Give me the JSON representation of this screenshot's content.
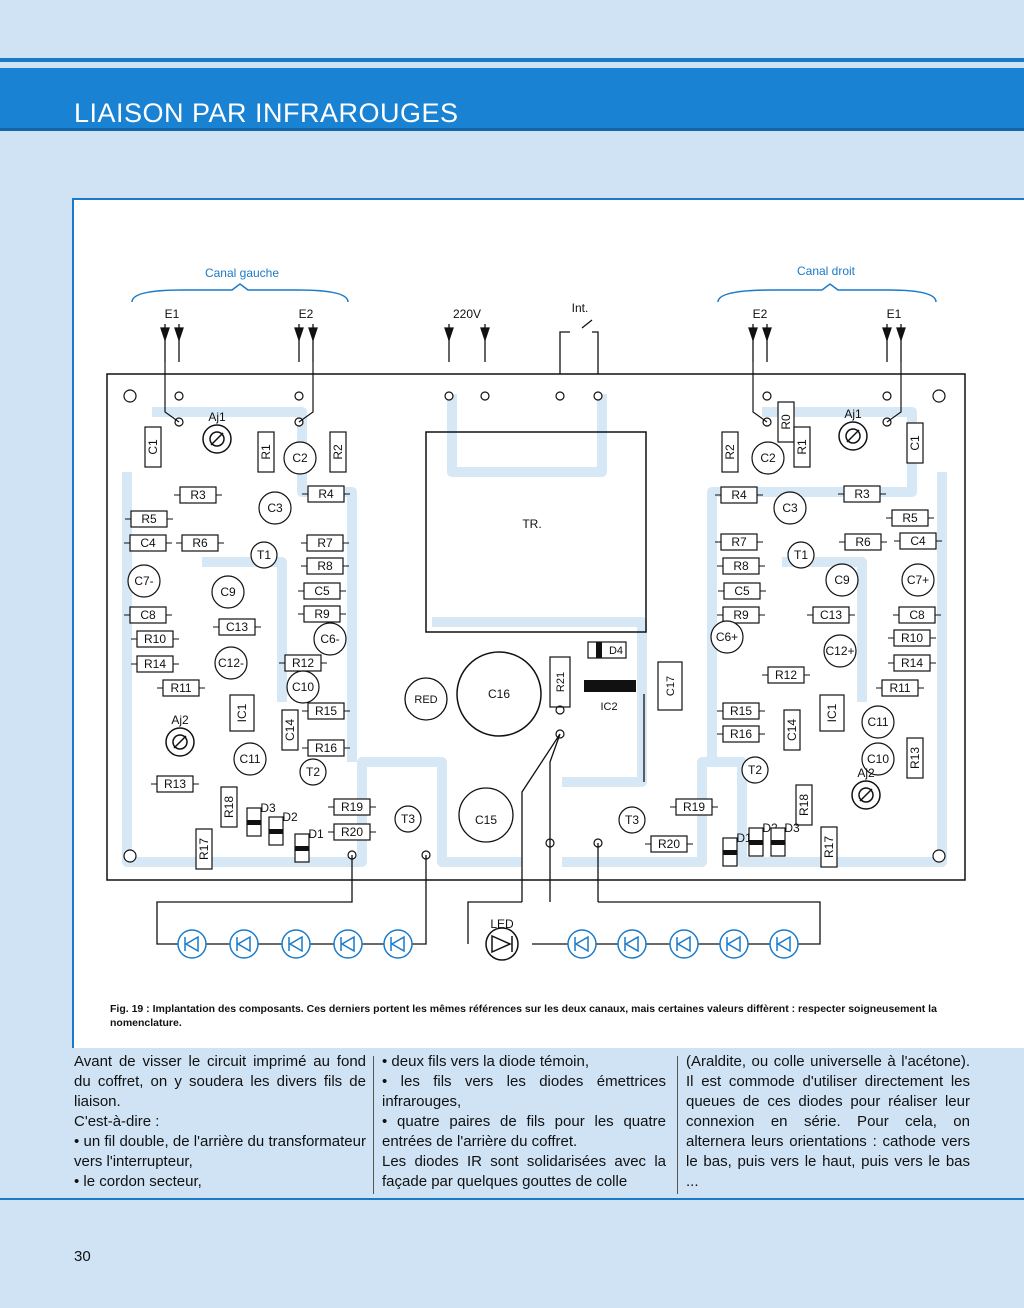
{
  "header": {
    "title": "LIAISON PAR INFRAROUGES"
  },
  "figure": {
    "channel_left": "Canal gauche",
    "channel_right": "Canal droit",
    "mains_label": "220V",
    "switch_label": "Int.",
    "transformer_label": "TR.",
    "led_label": "LED",
    "left_inputs": [
      "E1",
      "E2"
    ],
    "right_inputs": [
      "E2",
      "E1"
    ],
    "left_components": [
      "C1",
      "Aj1",
      "R1",
      "C2",
      "R2",
      "R3",
      "R4",
      "C3",
      "R5",
      "C4",
      "R6",
      "R7",
      "R8",
      "T1",
      "C7-",
      "C9",
      "C5",
      "C8",
      "R9",
      "C13",
      "C6-",
      "R10",
      "R14",
      "C12-",
      "R12",
      "R11",
      "C10",
      "IC1",
      "R15",
      "C14",
      "R16",
      "C11",
      "Aj2",
      "T2",
      "R13",
      "R18",
      "D3",
      "R19",
      "D2",
      "D1",
      "T3",
      "R20",
      "R17"
    ],
    "right_components": [
      "R2",
      "C2",
      "R0",
      "R1",
      "Aj1",
      "C1",
      "R4",
      "C3",
      "R3",
      "R5",
      "R7",
      "R6",
      "C4",
      "R8",
      "T1",
      "C9",
      "C7+",
      "C5",
      "R9",
      "C13",
      "C8",
      "C6+",
      "C12+",
      "R10",
      "R14",
      "R12",
      "R11",
      "R15",
      "C14",
      "IC1",
      "C11",
      "R16",
      "C10",
      "R13",
      "T2",
      "R19",
      "R18",
      "Aj2",
      "T3",
      "R20",
      "D1",
      "D2",
      "D3",
      "R17"
    ],
    "center_components": [
      "RED",
      "C16",
      "R21",
      "D4",
      "IC2",
      "C17",
      "C15"
    ],
    "caption_label": "Fig. 19 :",
    "caption_text": "Implantation des composants. Ces derniers portent les mêmes références sur les deux canaux, mais certaines valeurs diffèrent : respecter soigneusement la nomenclature."
  },
  "body": {
    "col1": "Avant de visser le circuit imprimé au fond du coffret, on y soudera les divers fils de liaison.\nC'est-à-dire :\n• un fil double, de l'arrière du transformateur vers l'interrupteur,\n• le cordon secteur,",
    "col2": "• deux fils vers la diode témoin,\n• les fils vers les diodes émettrices infrarouges,\n• quatre paires de fils pour les quatre entrées de l'arrière du coffret.\nLes diodes IR sont solidarisées avec la façade par quelques gouttes de colle",
    "col3": "(Araldite, ou colle universelle à l'acétone). Il est commode d'utiliser directement les queues de ces diodes pour réaliser leur connexion en série. Pour cela, on alternera leurs orientations : cathode vers le bas, puis vers le haut, puis vers le bas ..."
  },
  "footer": {
    "page_number": "30"
  },
  "colors": {
    "accent": "#1a82d2",
    "background": "#cfe3f5",
    "trace": "#d6e7f5"
  }
}
